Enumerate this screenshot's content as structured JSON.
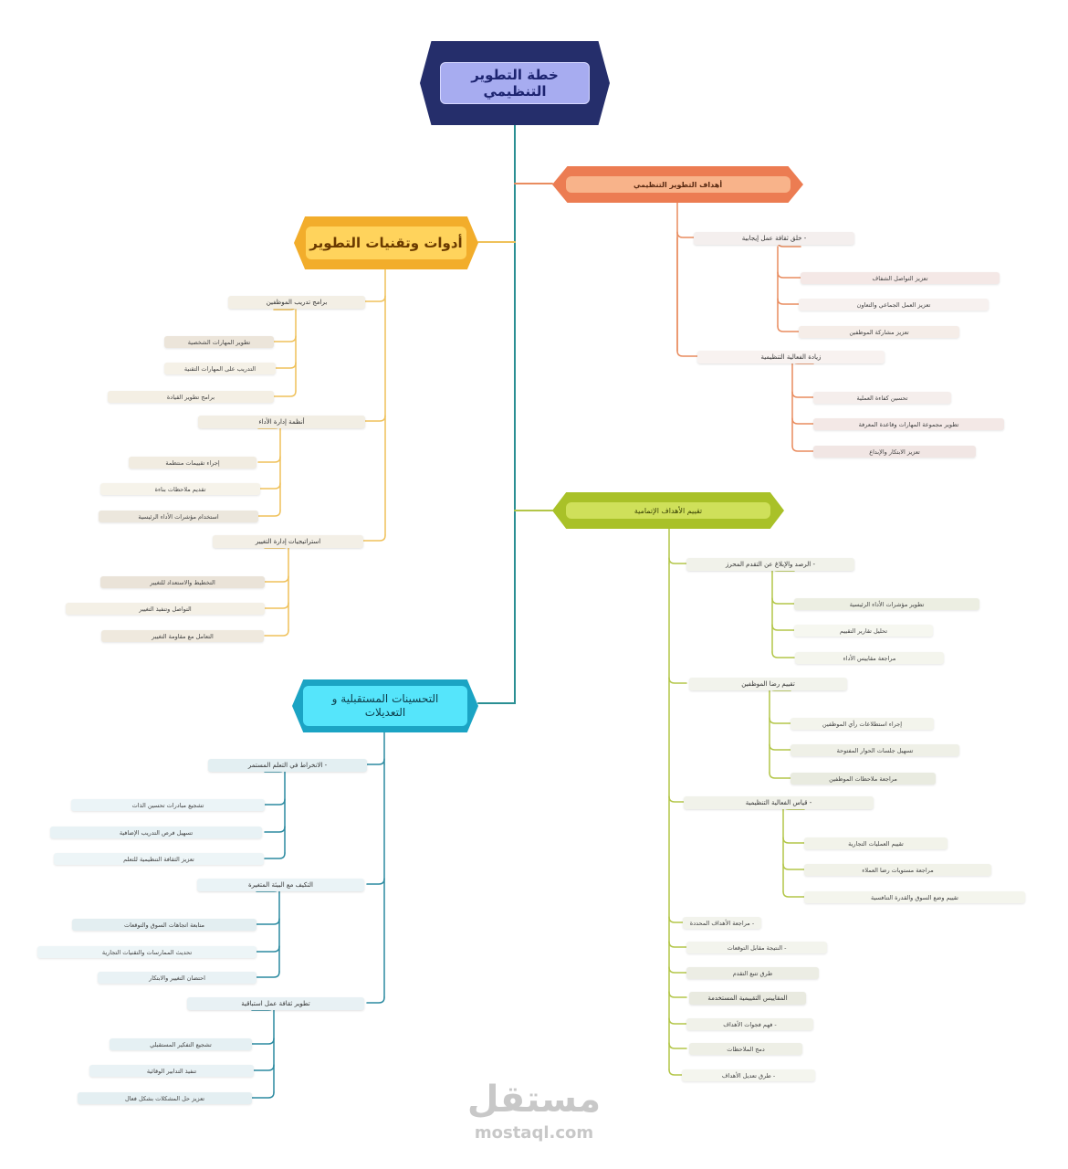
{
  "root": {
    "label": "خطة التطوير التنظيمي"
  },
  "branches": {
    "goals": {
      "label": "أهداف التطوير التنظيمي",
      "groups": [
        {
          "label": "- خلق ثقافة عمل إيجابية",
          "items": [
            "تعزيز التواصل الشفاف",
            "تعزيز العمل الجماعي والتعاون",
            "تعزيز مشاركة الموظفين"
          ]
        },
        {
          "label": "زيادة الفعالية التنظيمية",
          "items": [
            "تحسين كفاءة العملية",
            "تطوير مجموعة المهارات وقاعدة المعرفة",
            "تعزيز الابتكار والإبداع"
          ]
        }
      ]
    },
    "tools": {
      "label": "أدوات وتقنيات التطوير",
      "groups": [
        {
          "label": "برامج تدريب الموظفين",
          "items": [
            "تطوير المهارات الشخصية",
            "التدريب على المهارات التقنية",
            "برامج تطوير القيادة"
          ]
        },
        {
          "label": "أنظمة إدارة الأداء",
          "items": [
            "إجراء تقييمات منتظمة",
            "تقديم ملاحظات بناءة",
            "استخدام مؤشرات الأداء الرئيسية"
          ]
        },
        {
          "label": "استراتيجيات إدارة التغيير",
          "items": [
            "التخطيط والاستعداد للتغيير",
            "التواصل وتنفيذ التغيير",
            "التعامل مع مقاومة التغيير"
          ]
        }
      ]
    },
    "evaluation": {
      "label": "تقييم الأهداف الإتمامية",
      "groups": [
        {
          "label": "- الرصد والإبلاغ عن التقدم المحرز",
          "items": [
            "تطوير مؤشرات الأداء الرئيسية",
            "تحليل تقارير التقييم",
            "مراجعة مقاييس الأداء"
          ]
        },
        {
          "label": "تقييم رضا الموظفين",
          "items": [
            "إجراء استطلاعات رأي الموظفين",
            "تسهيل جلسات الحوار المفتوحة",
            "مراجعة ملاحظات الموظفين"
          ]
        },
        {
          "label": "- قياس الفعالية التنظيمية",
          "items": [
            "تقييم العمليات التجارية",
            "مراجعة مستويات رضا العملاء",
            "تقييم وضع السوق والقدرة التنافسية"
          ]
        }
      ],
      "extras": [
        "- مراجعة الأهداف المحددة",
        "- النتيجة مقابل التوقعات",
        "طرق تتبع التقدم",
        "المقاييس التقييمية المستخدمة",
        "- فهم فجوات الأهداف",
        "دمج الملاحظات",
        "- طرق تعديل الأهداف"
      ]
    },
    "future": {
      "label": "التحسينات المستقبلية و التعديلات",
      "groups": [
        {
          "label": "- الانخراط في التعلم المستمر",
          "items": [
            "تشجيع مبادرات تحسين الذات",
            "تسهيل فرص التدريب الإضافية",
            "تعزيز الثقافة التنظيمية للتعلم"
          ]
        },
        {
          "label": "التكيف مع البيئة المتغيرة",
          "items": [
            "متابعة اتجاهات السوق والتوقعات",
            "تحديث الممارسات والتقنيات التجارية",
            "احتضان التغيير والابتكار"
          ]
        },
        {
          "label": "تطوير ثقافة عمل استباقية",
          "items": [
            "تشجيع التفكير المستقبلي",
            "تنفيذ التدابير الوقائية",
            "تعزيز حل المشكلات بشكل فعال"
          ]
        }
      ]
    }
  },
  "watermark": {
    "brand": "مستقل",
    "url": "mostaql.com"
  },
  "colors": {
    "trunk": "#2a8f93",
    "goals": "#e98c5f",
    "tools": "#efc15a",
    "evaluation": "#b3c648",
    "future": "#2b8aa0",
    "root": "#252e6b"
  }
}
